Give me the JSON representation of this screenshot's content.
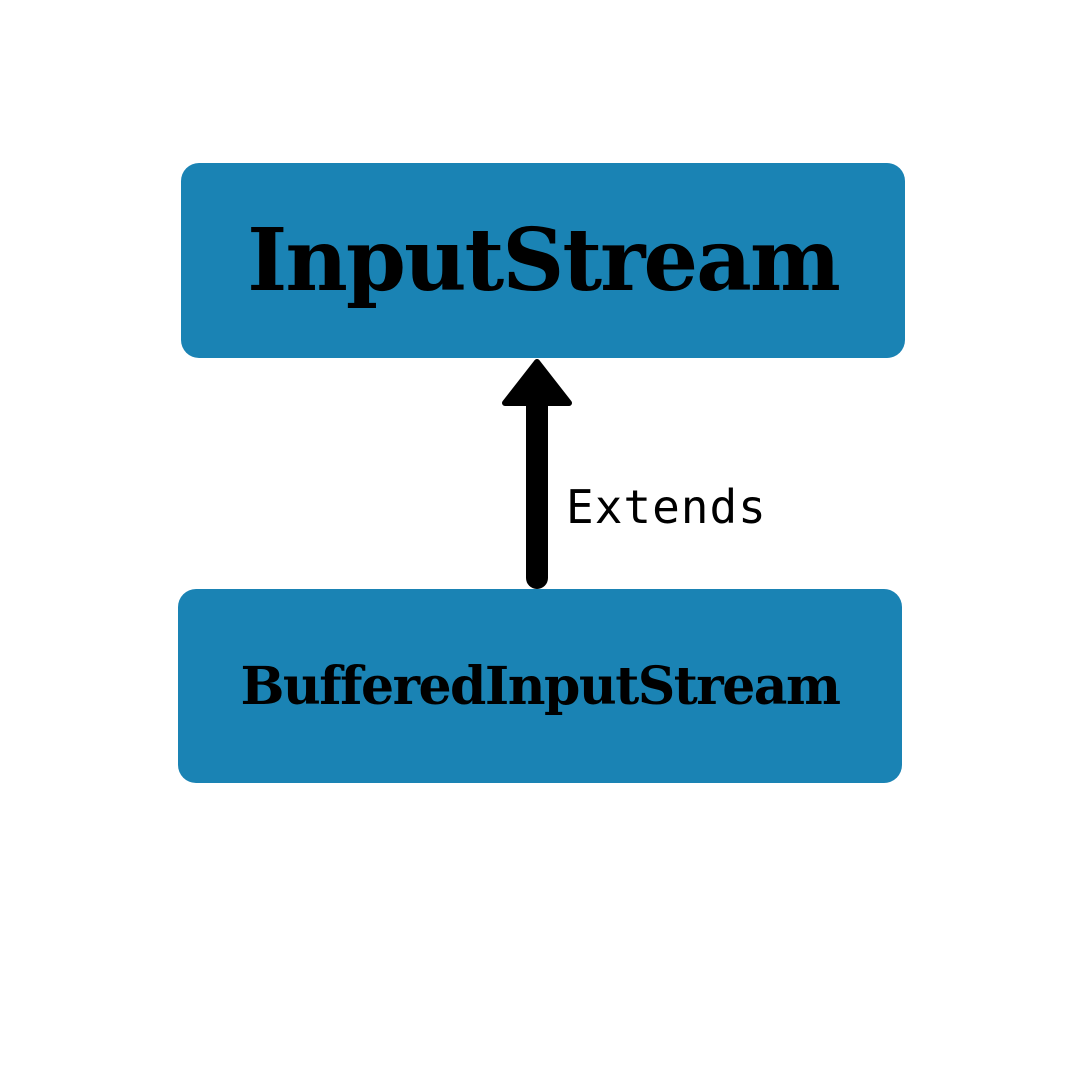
{
  "diagram": {
    "parent_class": {
      "name": "InputStream"
    },
    "child_class": {
      "name": "BufferedInputStream"
    },
    "relationship": {
      "label": "Extends",
      "from": "BufferedInputStream",
      "to": "InputStream",
      "arrow_icon": "up-arrow-icon"
    },
    "colors": {
      "box_fill": "#1a83b4",
      "text": "#000000",
      "arrow": "#000000",
      "background": "#ffffff"
    }
  }
}
